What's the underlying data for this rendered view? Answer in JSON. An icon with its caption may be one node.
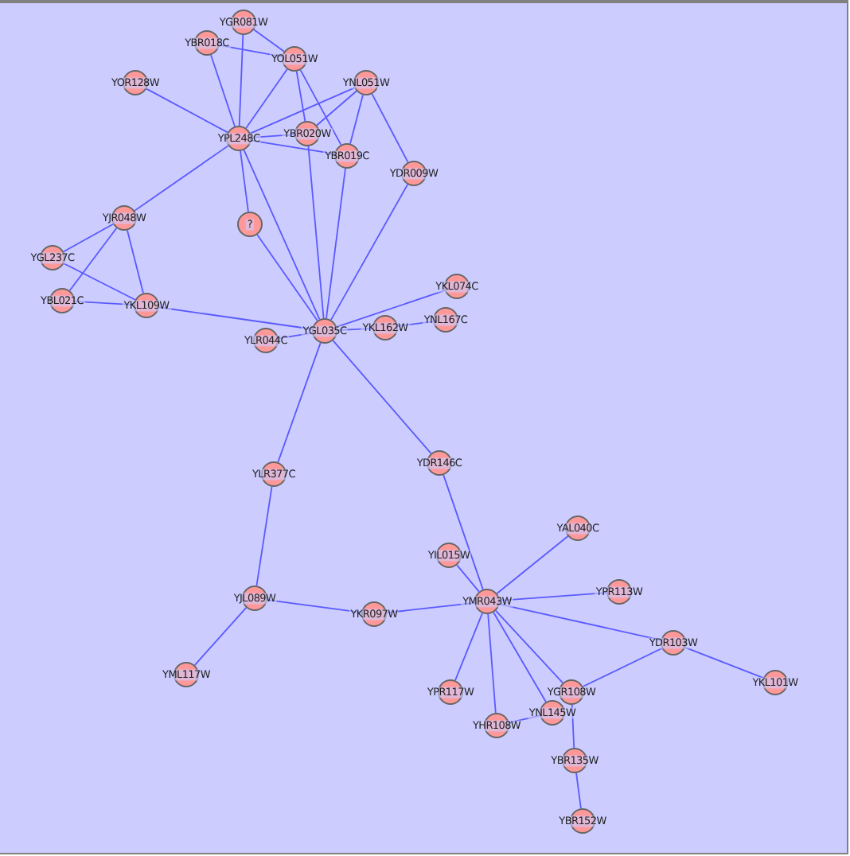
{
  "diagram": {
    "nodes": [
      {
        "text": [
          "YGR081W"
        ]
      },
      {
        "text": [
          "YBR018C"
        ]
      },
      {
        "text": [
          "YOL051W"
        ]
      },
      {
        "text": [
          "YOR128W"
        ]
      },
      {
        "text": [
          "YNL051W"
        ]
      },
      {
        "text": [
          "YPL248C"
        ]
      },
      {
        "text": [
          "YBR020W"
        ]
      },
      {
        "text": [
          "YBR019C"
        ]
      },
      {
        "text": [
          "YDR009W"
        ]
      },
      {
        "text": [
          "YJR048W"
        ]
      },
      {
        "text": [
          "?"
        ]
      },
      {
        "text": [
          "YGL237C"
        ]
      },
      {
        "text": [
          "YBL021C"
        ]
      },
      {
        "text": [
          "YKL109W"
        ]
      },
      {
        "text": [
          "YKL074C"
        ]
      },
      {
        "text": [
          "YNL167C"
        ]
      },
      {
        "text": [
          "YKL162W"
        ]
      },
      {
        "text": [
          "YGL035C"
        ]
      },
      {
        "text": [
          "YLR044C"
        ]
      },
      {
        "text": [
          "YDR146C"
        ]
      },
      {
        "text": [
          "YLR377C"
        ]
      },
      {
        "text": [
          "YAL040C"
        ]
      },
      {
        "text": [
          "YIL015W"
        ]
      },
      {
        "text": [
          "YMR043W"
        ]
      },
      {
        "text": [
          "YPR113W"
        ]
      },
      {
        "text": [
          "YJL089W"
        ]
      },
      {
        "text": [
          "YKR097W"
        ]
      },
      {
        "text": [
          "YDR103W"
        ]
      },
      {
        "text": [
          "YKL101W"
        ]
      },
      {
        "text": [
          "YML117W"
        ]
      },
      {
        "text": [
          "YPR117W"
        ]
      },
      {
        "text": [
          "YGR108W"
        ]
      },
      {
        "text": [
          "YNL145W"
        ]
      },
      {
        "text": [
          "YHR108W"
        ]
      },
      {
        "text": [
          "YBR135W"
        ]
      },
      {
        "text": [
          "YBR152W"
        ]
      }
    ],
    "edges": [
      {
        "from": 0,
        "to": 5,
        "arrow": "none"
      },
      {
        "from": 0,
        "to": 2,
        "arrow": "none"
      },
      {
        "from": 1,
        "to": 2,
        "arrow": "none"
      },
      {
        "from": 1,
        "to": 5,
        "arrow": "none"
      },
      {
        "from": 2,
        "to": 5,
        "arrow": "none"
      },
      {
        "from": 2,
        "to": 6,
        "arrow": "none"
      },
      {
        "from": 2,
        "to": 7,
        "arrow": "none"
      },
      {
        "from": 3,
        "to": 5,
        "arrow": "none"
      },
      {
        "from": 4,
        "to": 5,
        "arrow": "none"
      },
      {
        "from": 4,
        "to": 6,
        "arrow": "none"
      },
      {
        "from": 4,
        "to": 7,
        "arrow": "none"
      },
      {
        "from": 4,
        "to": 8,
        "arrow": "none"
      },
      {
        "from": 5,
        "to": 6,
        "arrow": "none"
      },
      {
        "from": 5,
        "to": 7,
        "arrow": "none"
      },
      {
        "from": 5,
        "to": 9,
        "arrow": "none"
      },
      {
        "from": 5,
        "to": 10,
        "arrow": "none"
      },
      {
        "from": 5,
        "to": 17,
        "arrow": "none"
      },
      {
        "from": 6,
        "to": 17,
        "arrow": "none"
      },
      {
        "from": 7,
        "to": 17,
        "arrow": "none"
      },
      {
        "from": 8,
        "to": 17,
        "arrow": "none"
      },
      {
        "from": 9,
        "to": 11,
        "arrow": "none"
      },
      {
        "from": 9,
        "to": 12,
        "arrow": "none"
      },
      {
        "from": 9,
        "to": 13,
        "arrow": "none"
      },
      {
        "from": 11,
        "to": 13,
        "arrow": "none"
      },
      {
        "from": 12,
        "to": 13,
        "arrow": "none"
      },
      {
        "from": 13,
        "to": 17,
        "arrow": "none"
      },
      {
        "from": 10,
        "to": 17,
        "arrow": "none"
      },
      {
        "from": 17,
        "to": 14,
        "arrow": "none"
      },
      {
        "from": 17,
        "to": 16,
        "arrow": "none"
      },
      {
        "from": 16,
        "to": 15,
        "arrow": "none"
      },
      {
        "from": 17,
        "to": 18,
        "arrow": "none"
      },
      {
        "from": 17,
        "to": 20,
        "arrow": "none"
      },
      {
        "from": 17,
        "to": 19,
        "arrow": "none"
      },
      {
        "from": 19,
        "to": 23,
        "arrow": "none"
      },
      {
        "from": 20,
        "to": 25,
        "arrow": "none"
      },
      {
        "from": 25,
        "to": 26,
        "arrow": "none"
      },
      {
        "from": 25,
        "to": 29,
        "arrow": "none"
      },
      {
        "from": 26,
        "to": 23,
        "arrow": "none"
      },
      {
        "from": 22,
        "to": 23,
        "arrow": "none"
      },
      {
        "from": 21,
        "to": 23,
        "arrow": "none"
      },
      {
        "from": 24,
        "to": 23,
        "arrow": "none"
      },
      {
        "from": 23,
        "to": 27,
        "arrow": "none"
      },
      {
        "from": 27,
        "to": 28,
        "arrow": "none"
      },
      {
        "from": 27,
        "to": 31,
        "arrow": "none"
      },
      {
        "from": 23,
        "to": 30,
        "arrow": "none"
      },
      {
        "from": 23,
        "to": 33,
        "arrow": "none"
      },
      {
        "from": 23,
        "to": 31,
        "arrow": "none"
      },
      {
        "from": 23,
        "to": 32,
        "arrow": "none"
      },
      {
        "from": 33,
        "to": 32,
        "arrow": "none"
      },
      {
        "from": 31,
        "to": 34,
        "arrow": "none"
      },
      {
        "from": 34,
        "to": 35,
        "arrow": "none"
      }
    ]
  }
}
